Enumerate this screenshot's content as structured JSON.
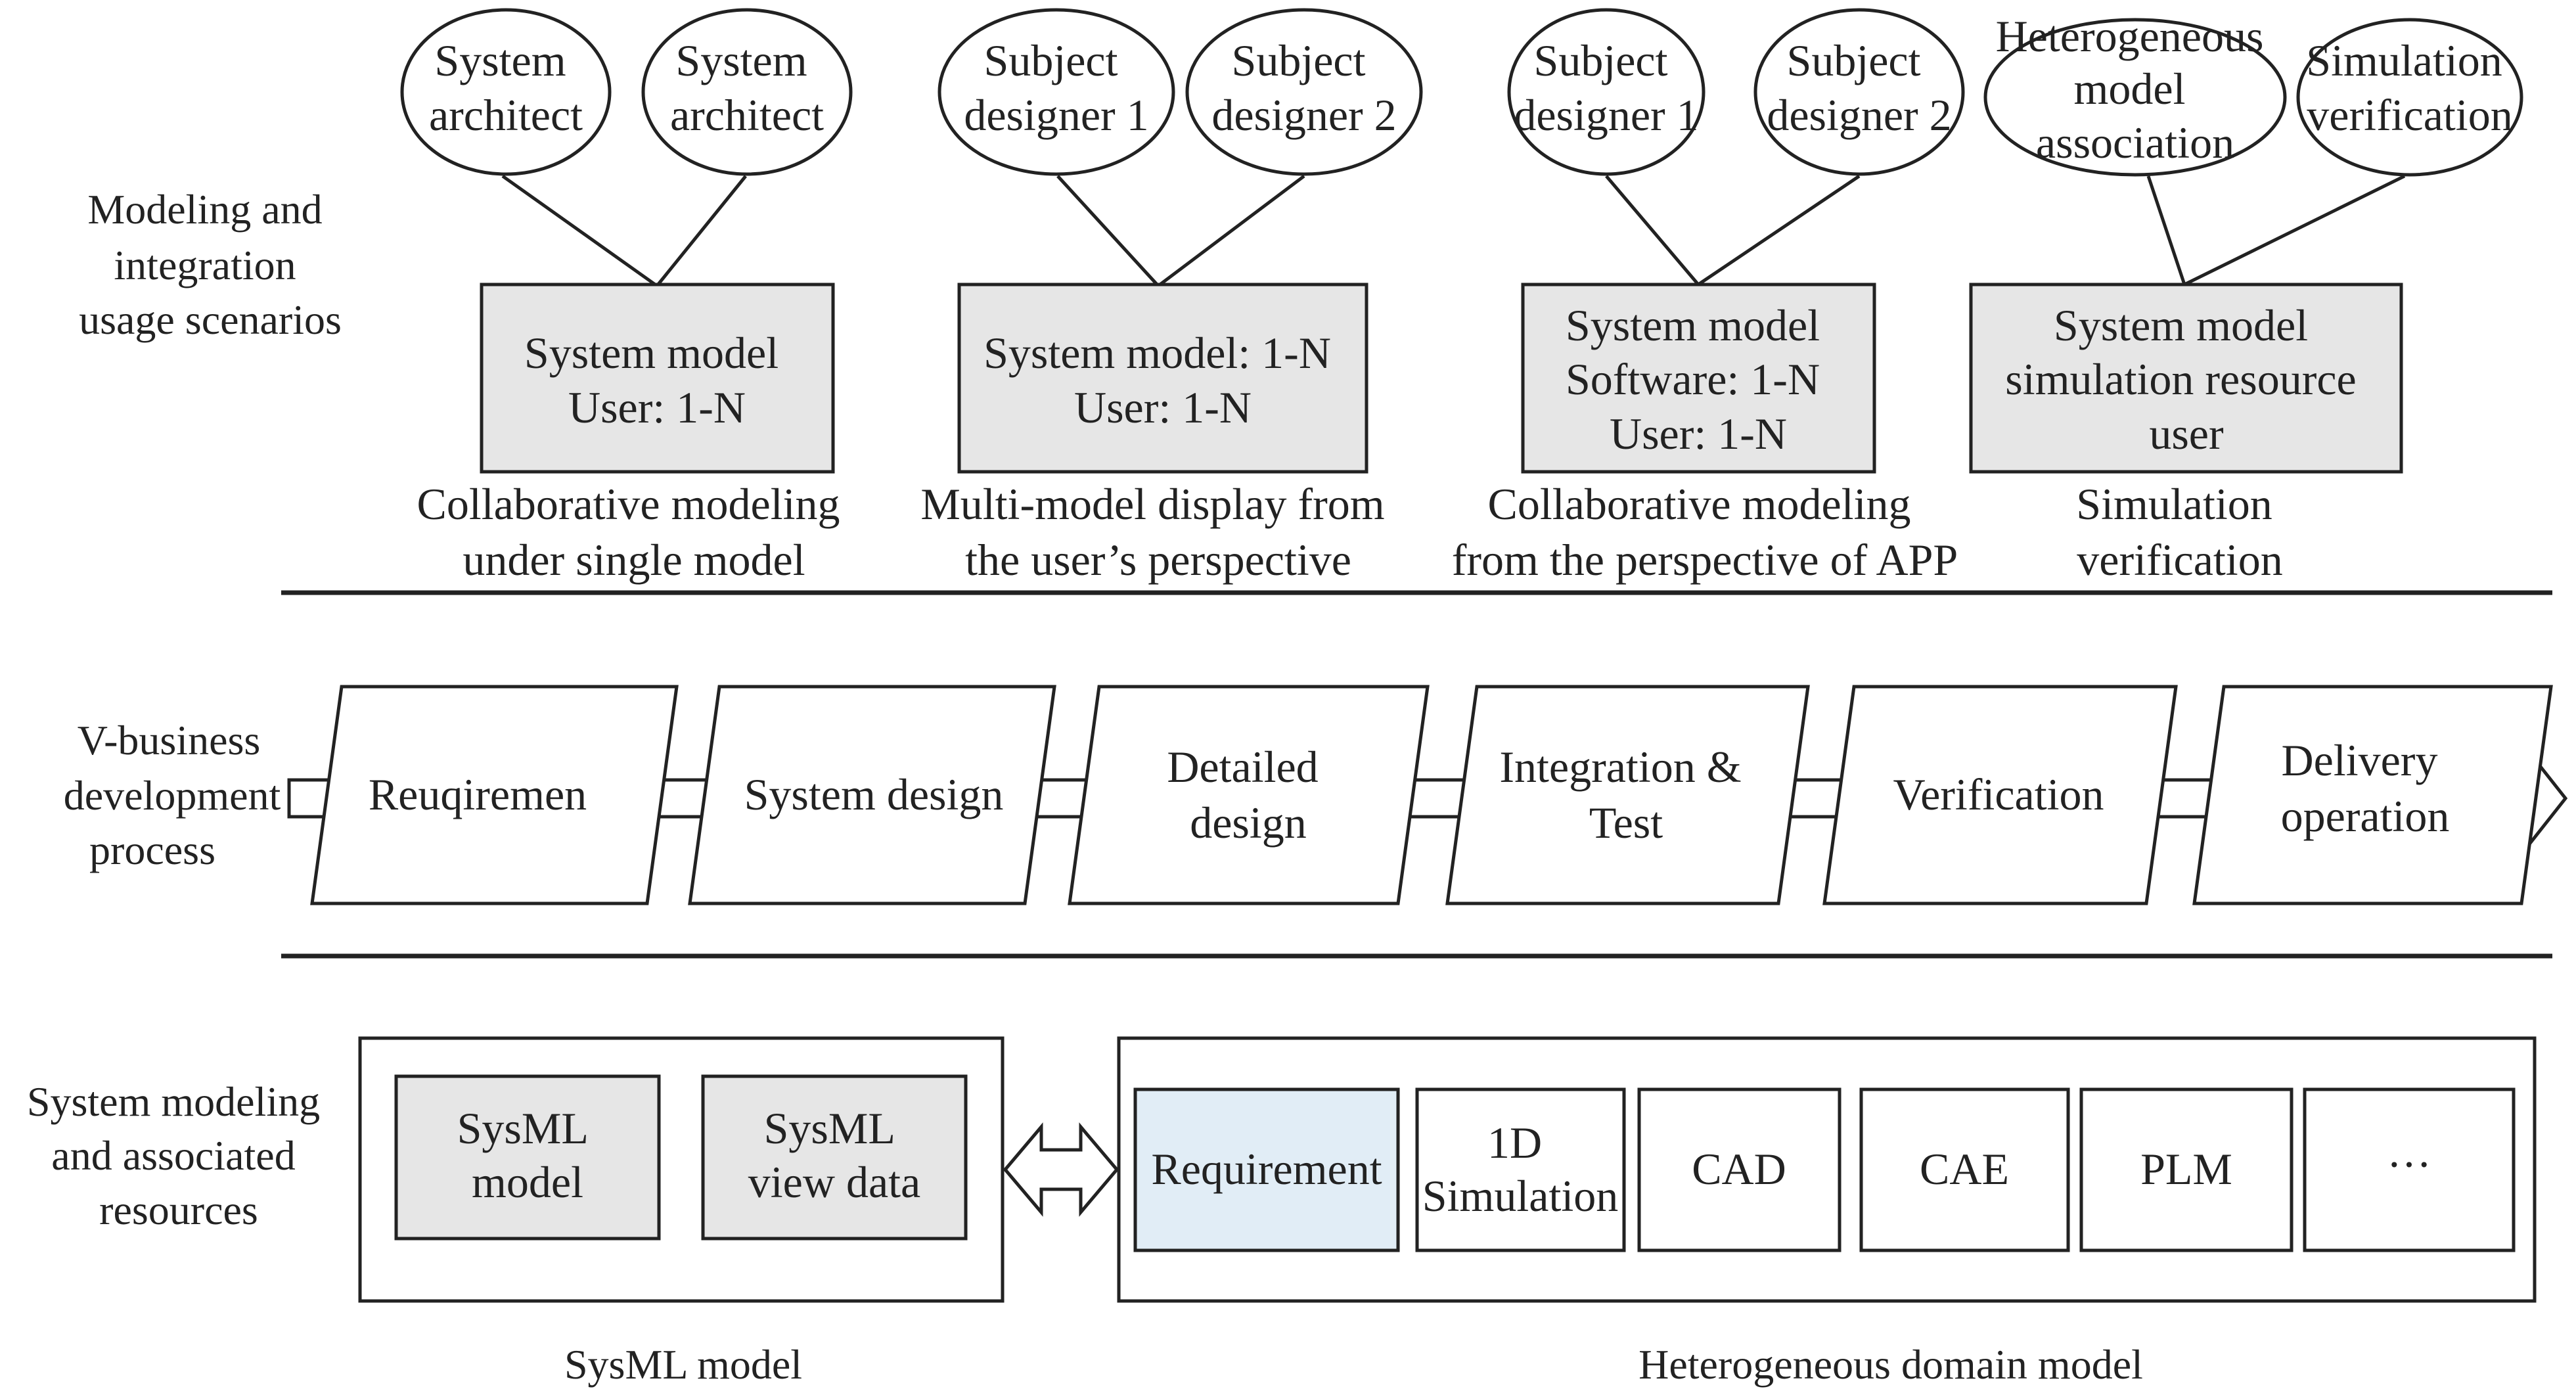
{
  "scenarios_section": {
    "label": [
      "Modeling and",
      "integration",
      "usage scenarios"
    ],
    "groups": [
      {
        "ellipses": [
          [
            "System",
            "architect"
          ],
          [
            "System",
            "architect"
          ]
        ],
        "box": [
          "System model",
          "User: 1-N"
        ],
        "caption": [
          "Collaborative modeling",
          "under single model"
        ]
      },
      {
        "ellipses": [
          [
            "Subject",
            "designer 1"
          ],
          [
            "Subject",
            "designer 2"
          ]
        ],
        "box": [
          "System model: 1-N",
          "User: 1-N"
        ],
        "caption": [
          "Multi-model display from",
          "the user’s perspective"
        ]
      },
      {
        "ellipses": [
          [
            "Subject",
            "designer 1"
          ],
          [
            "Subject",
            "designer 2"
          ]
        ],
        "box": [
          "System model",
          "Software: 1-N",
          "User: 1-N"
        ],
        "caption": [
          "Collaborative modeling",
          "from the perspective of APP"
        ]
      },
      {
        "ellipses": [
          [
            "Heterogeneous",
            "model",
            "association"
          ],
          [
            "Simulation",
            "verification"
          ]
        ],
        "box": [
          "System model",
          "simulation resource",
          "user"
        ],
        "caption": [
          "Simulation",
          "verification"
        ]
      }
    ]
  },
  "process_section": {
    "label": [
      "V-business",
      "development",
      "process"
    ],
    "steps": [
      [
        "Reuqiremen"
      ],
      [
        "System design"
      ],
      [
        "Detailed",
        "design"
      ],
      [
        "Integration &",
        "Test"
      ],
      [
        "Verification"
      ],
      [
        "Delivery",
        "operation"
      ]
    ]
  },
  "resources_section": {
    "label": [
      "System modeling",
      "and associated",
      "resources"
    ],
    "sysml_group": {
      "items": [
        [
          "SysML",
          "model"
        ],
        [
          "SysML",
          "view data"
        ]
      ],
      "caption": "SysML model"
    },
    "domain_group": {
      "items": [
        [
          "Requirement"
        ],
        [
          "1D",
          "Simulation"
        ],
        [
          "CAD"
        ],
        [
          "CAE"
        ],
        [
          "PLM"
        ],
        [
          "···"
        ]
      ],
      "caption": "Heterogeneous domain model"
    }
  },
  "colors": {
    "line": "#222222",
    "gray_fill": "#e6e6e6",
    "blue_fill": "#e1edf6",
    "white_fill": "#ffffff"
  }
}
